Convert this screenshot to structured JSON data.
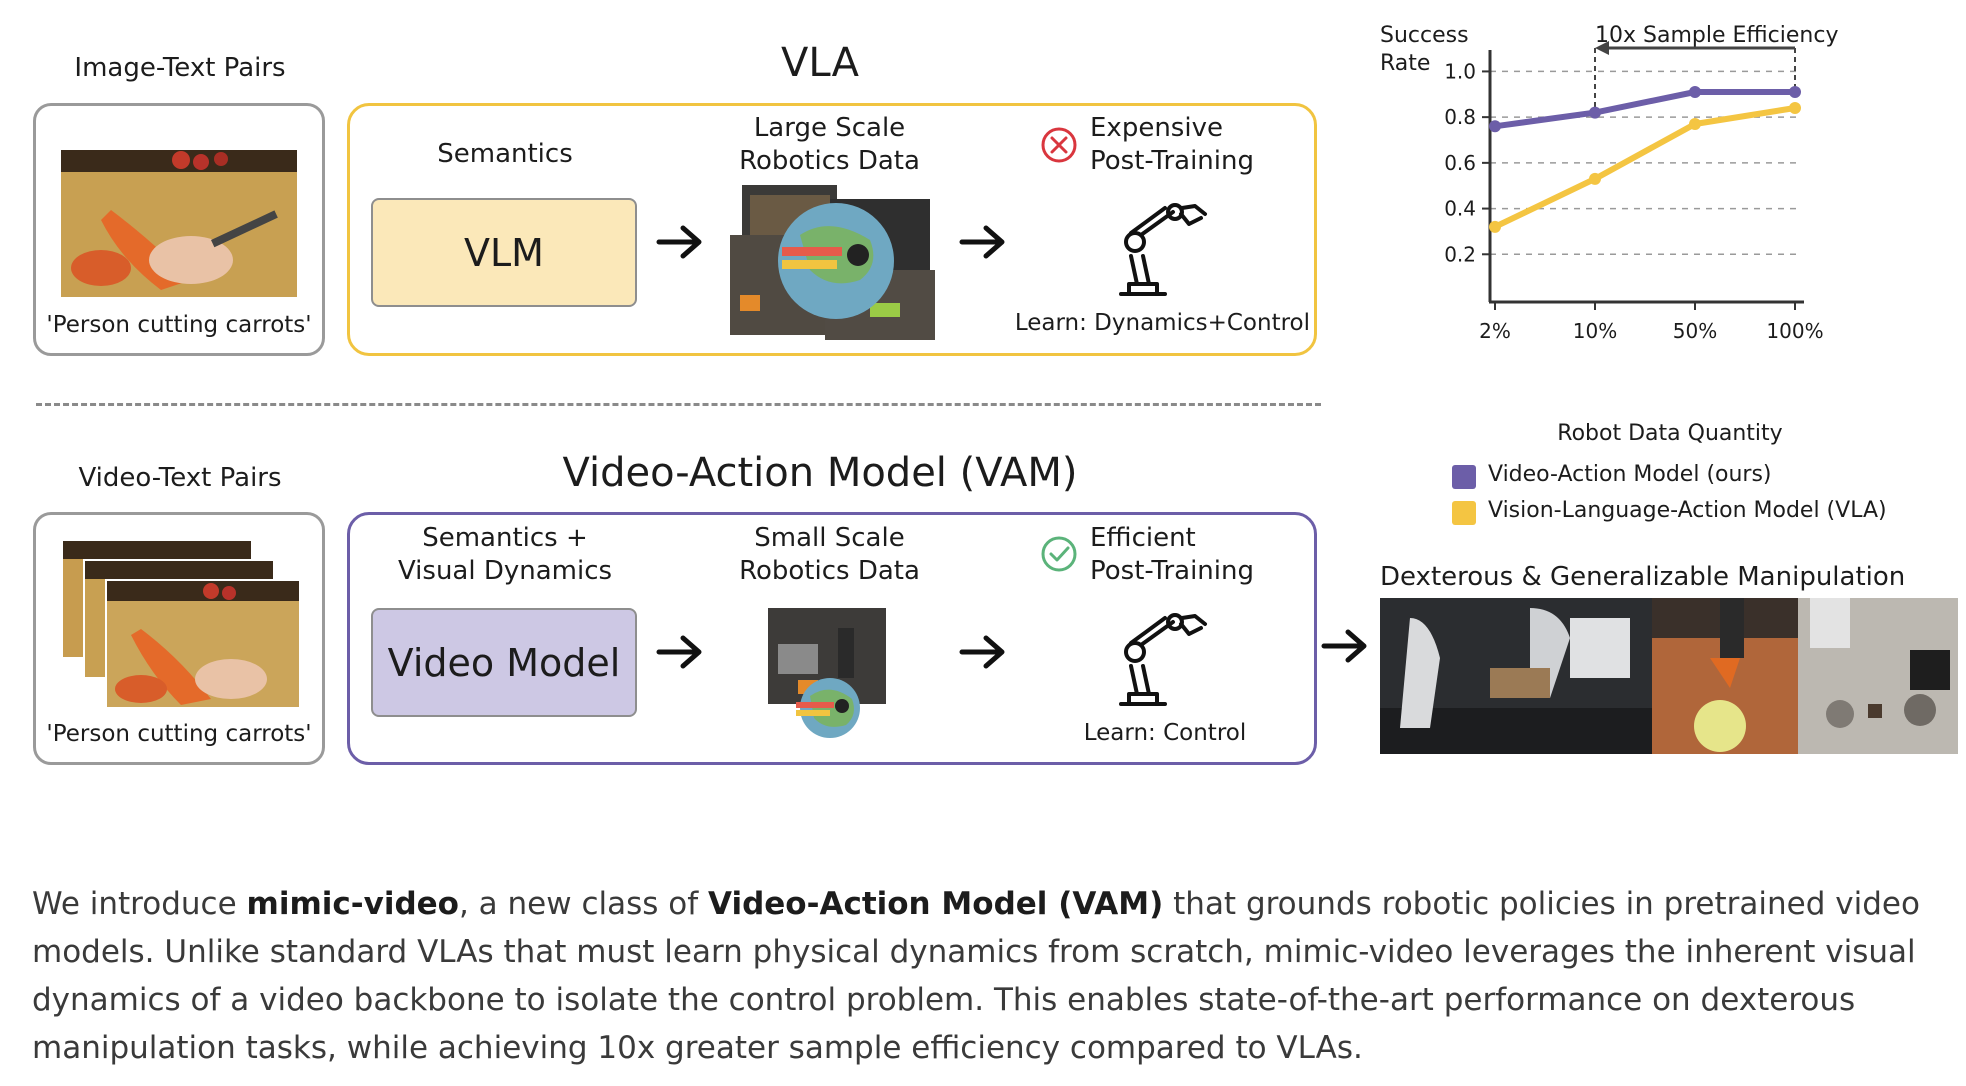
{
  "top": {
    "left_label": "Image-Text Pairs",
    "left_caption": "'Person cutting carrots'",
    "title": "VLA",
    "semantics": "Semantics",
    "model": "VLM",
    "data_label_1": "Large Scale",
    "data_label_2": "Robotics Data",
    "training_1": "Expensive",
    "training_2": "Post-Training",
    "learn": "Learn: Dynamics+Control"
  },
  "bottom": {
    "left_label": "Video-Text Pairs",
    "left_caption": "'Person cutting carrots'",
    "title": "Video-Action Model (VAM)",
    "semantics_1": "Semantics +",
    "semantics_2": "Visual Dynamics",
    "model": "Video Model",
    "data_label_1": "Small Scale",
    "data_label_2": "Robotics Data",
    "training_1": "Efficient",
    "training_2": "Post-Training",
    "learn": "Learn: Control"
  },
  "manipulation_label": "Dexterous & Generalizable Manipulation",
  "colors": {
    "vla": "#f1c440",
    "vam": "#6c5ea8",
    "vlm_fill": "#fbe8b9",
    "video_fill": "#cdc8e4",
    "cross": "#d9363e",
    "check": "#5bb37a"
  },
  "icons": {
    "expensive": "x-circle-icon",
    "efficient": "check-circle-icon",
    "robot": "robot-arm-icon",
    "arrow": "right-arrow-icon"
  },
  "chart_data": {
    "type": "line",
    "ylabel_1": "Success",
    "ylabel_2": "Rate",
    "xlabel": "Robot Data Quantity",
    "categories": [
      "2%",
      "10%",
      "50%",
      "100%"
    ],
    "yticks": [
      "0.2",
      "0.4",
      "0.6",
      "0.8",
      "1.0"
    ],
    "ylim": [
      0,
      1.05
    ],
    "grid": "dashed horizontal",
    "annotation": "10x Sample Efficiency",
    "series": [
      {
        "name": "Video-Action Model (ours)",
        "color": "#6c5ea8",
        "values": [
          0.76,
          0.82,
          0.91,
          0.91
        ]
      },
      {
        "name": "Vision-Language-Action Model (VLA)",
        "color": "#f4c542",
        "values": [
          0.32,
          0.53,
          0.77,
          0.84
        ]
      }
    ],
    "legend": "bottom"
  },
  "paragraph": {
    "p1": "We introduce ",
    "b1": "mimic-video",
    "p2": ", a new class of ",
    "b2": "Video-Action Model (VAM)",
    "p3": " that grounds robotic policies in pretrained video models. Unlike standard VLAs that must learn physical dynamics from scratch, mimic-video leverages the inherent visual dynamics of a video backbone to isolate the control problem. This enables state-of-the-art performance on dexterous manipulation tasks, while achieving 10x greater sample efficiency compared to VLAs."
  }
}
